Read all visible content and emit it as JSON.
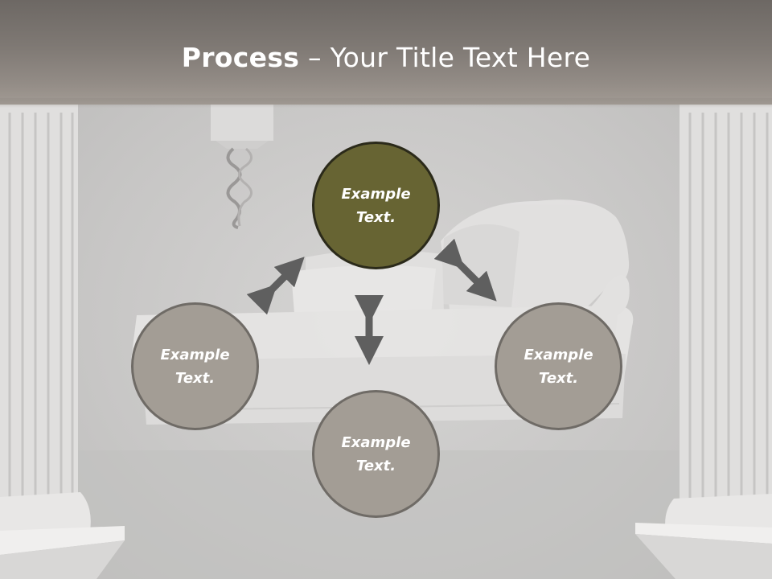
{
  "slide": {
    "title_bold": "Process",
    "title_rest": " – Your Title Text Here"
  },
  "nodes": {
    "top": {
      "line1": "Example",
      "line2": "Text."
    },
    "left": {
      "line1": "Example",
      "line2": "Text."
    },
    "right": {
      "line1": "Example",
      "line2": "Text."
    },
    "bottom": {
      "line1": "Example",
      "line2": "Text."
    }
  },
  "colors": {
    "header": "#7f7974",
    "main_node": "#676433",
    "secondary_node": "#a39d95",
    "arrows": "#5f5f5f"
  }
}
